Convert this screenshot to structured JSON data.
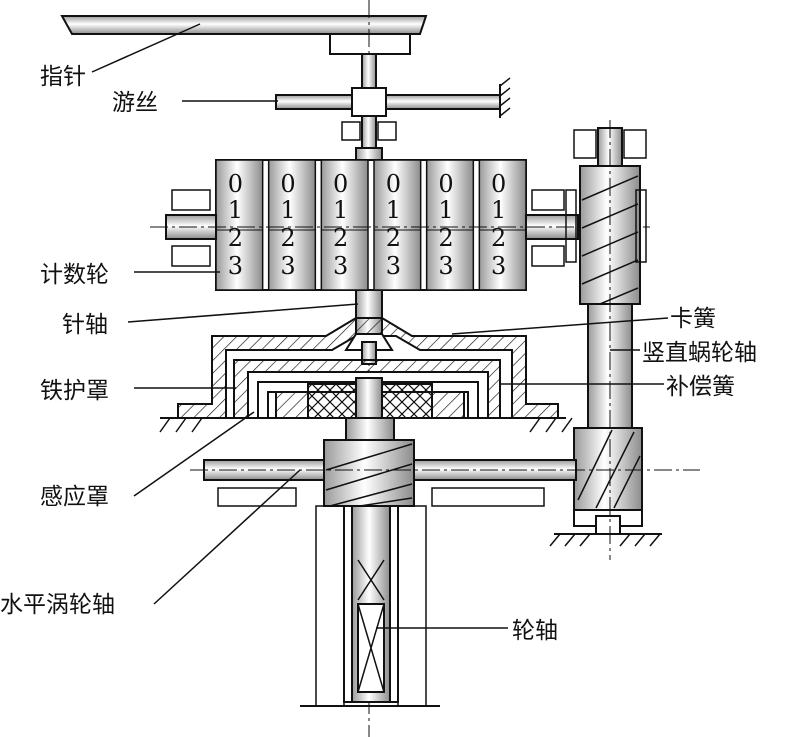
{
  "labels": {
    "pointer": "指针",
    "hairspring": "游丝",
    "counter_wheel": "计数轮",
    "pointer_shaft": "针轴",
    "iron_cover": "铁护罩",
    "induction_cover": "感应罩",
    "horizontal_worm_shaft": "水平涡轮轴",
    "clip_spring": "卡簧",
    "vertical_worm_shaft": "竖直蜗轮轴",
    "compensation_spring": "补偿簧",
    "wheel_shaft": "轮轴"
  },
  "counter_digits": [
    "0",
    "1",
    "2",
    "3"
  ],
  "colors": {
    "ink": "#111111",
    "fill": "#ffffff"
  }
}
